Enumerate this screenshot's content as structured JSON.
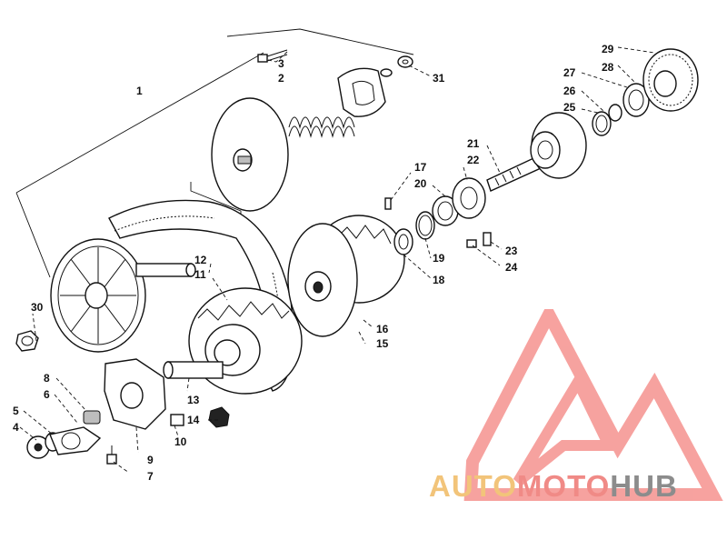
{
  "labels": {
    "l1": "1",
    "l2": "2",
    "l3": "3",
    "l4": "4",
    "l5": "5",
    "l6": "6",
    "l7": "7",
    "l8": "8",
    "l9": "9",
    "l10": "10",
    "l11": "11",
    "l12": "12",
    "l13": "13",
    "l14": "14",
    "l15": "15",
    "l16": "16",
    "l17": "17",
    "l18": "18",
    "l19": "19",
    "l20": "20",
    "l21": "21",
    "l22": "22",
    "l23": "23",
    "l24": "24",
    "l25": "25",
    "l26": "26",
    "l27": "27",
    "l28": "28",
    "l29": "29",
    "l30": "30",
    "l31": "31"
  },
  "watermark": {
    "part1": "AUTO",
    "part2": "MOTO",
    "part3": "HUB",
    "color1": "#f2c47a",
    "color2": "#f08a86",
    "color3": "#8c8c8c",
    "logo_color": "#f4837f"
  }
}
